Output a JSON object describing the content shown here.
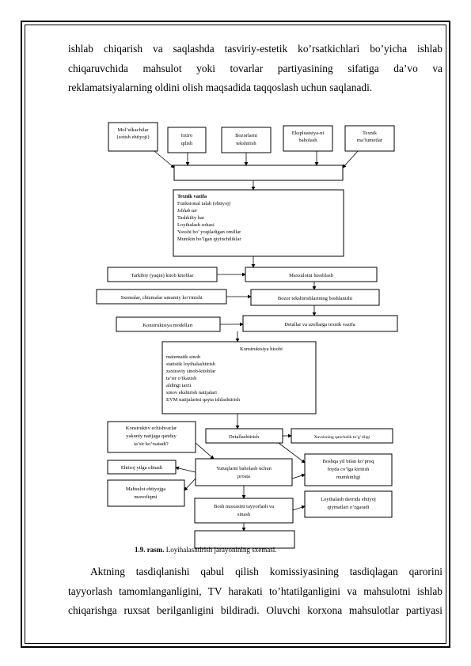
{
  "top_paragraph": [
    "ishlab chiqarish va saqlashda tasviriy-estetik ko’rsatkichlari bo’yicha ishlab",
    "chiqaruvchida mahsulot yoki tovarlar partiyasining sifatiga da’vo va",
    "reklamatsiyalarning oldini olish maqsadida taqqoslash uchun saqlanadi."
  ],
  "diagram": {
    "top_boxes": [
      [
        "Mol’ulkachilar",
        "(sotish ehtiyoji)"
      ],
      [
        "Ixtiro",
        "qilish"
      ],
      [
        "Bozorlarni",
        "tekshirish"
      ],
      [
        "Ekspluatsiya-ni",
        "baholash"
      ],
      [
        "Texnik",
        "ma’lumotlar"
      ]
    ],
    "tech_task": [
      "Texnik vazifa",
      "Funksional talab (ehtiyoj)",
      "Ishlab tar",
      "Tashkiliy bar",
      "Loyihalash sohasi",
      "Yaxshi bo’ yoqiladigan omillar",
      "Mumkin bo’lgan qiyinchiliklar"
    ],
    "left_boxes": [
      "Tarkibiy (yaqin) kitob  kitoblar",
      "Sxemalar, chizmalar umumiy ko’rinishi",
      "Konstruktsiya modellari"
    ],
    "right_boxes": [
      "Maxsulotni hisoblash",
      "Bozor tekshirishlarining boshlanishi",
      "Detallar va uzellarga texnik vazifa"
    ],
    "construction": [
      "Konstruktsiya hisobi",
      "matematik sinob",
      "statistik loyihalashtirish",
      "zaxiraviy sinob-kitoblar",
      "ta’sir o’tkazish",
      "aldingi tarzi",
      "sinov ekshirish natijalari",
      "EVM natijalarini qayta ishlashtirish"
    ],
    "detail_box": "Detallashtirish",
    "side_right": [
      "Xavsizning qanchalik to’g’riligi",
      [
        "Boshqa yil bilan ko’proq",
        "foyda co’lga kiritish",
        "mumkinligi"
      ],
      [
        "Loyihalash davrida ehtiyoj",
        "qiymatlari o’zgaradi"
      ]
    ],
    "side_left": [
      [
        "Konstruktiv echishvarlar",
        "yakuniy natijaga qanday",
        "ta’sir ko’rsatadi?"
      ],
      "Ehtiroj yilga olinadi",
      [
        "Mahsulot ehtiyojga",
        "muvofiqmi"
      ]
    ],
    "center_bottom": [
      [
        "Yutuqlarni baholash uchun",
        "prosta"
      ],
      [
        "Bosh nusxasini tayyorlash va",
        "sinash"
      ]
    ]
  },
  "caption": {
    "number": "1.9. rasm.",
    "text": "Loyihalashtirish jarayonining sxemasi."
  },
  "bottom_paragraph": [
    "Aktning tasdiqlanishi qabul qilish komissiyasining tasdiqlagan qarorini",
    "tayyorlash tamomlanganligini, TV harakati to’htatilganligini va mahsulotni ishlab",
    "chiqarishga ruxsat berilganligini bildiradi. Oluvchi korxona mahsulotlar partiyasi"
  ]
}
